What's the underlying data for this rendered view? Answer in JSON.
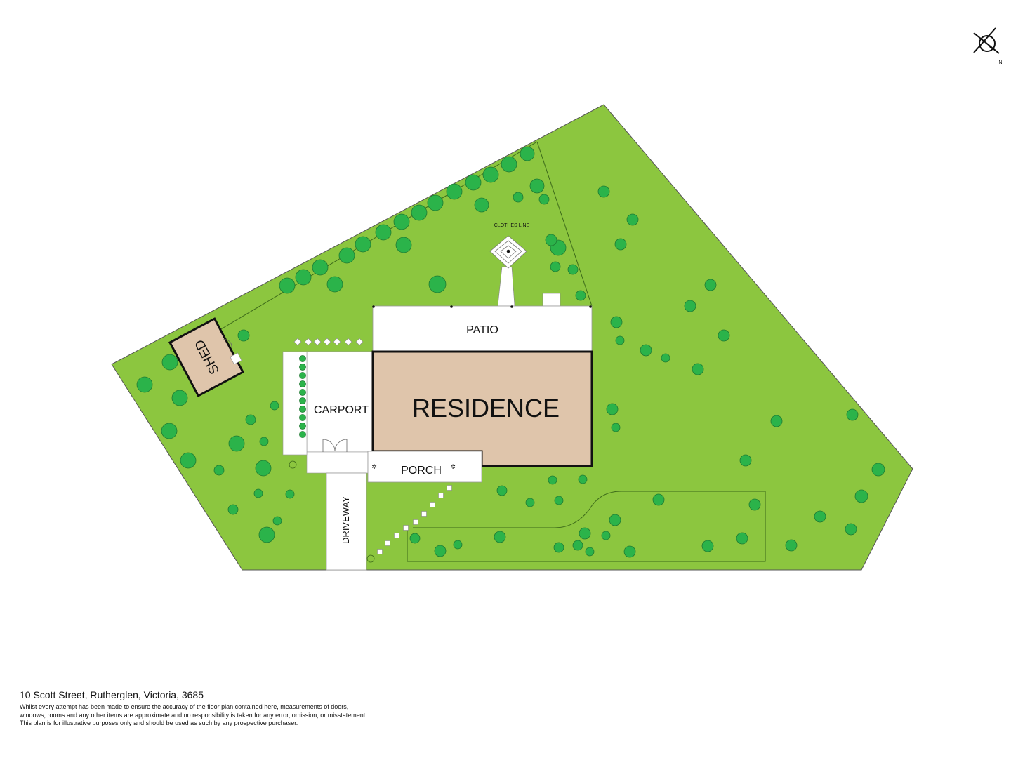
{
  "compass": {
    "label": "N"
  },
  "site": {
    "labels": {
      "shed": "SHED",
      "patio": "PATIO",
      "carport": "CARPORT",
      "residence": "RESIDENCE",
      "porch": "PORCH",
      "driveway": "DRIVEWAY",
      "clothes_line": "CLOTHES LINE"
    }
  },
  "colors": {
    "lawn": "#8cc63f",
    "tree": "#2bb34a",
    "residence": "#dfc5ab",
    "outline": "#111111"
  },
  "footer": {
    "address": "10 Scott Street, Rutherglen, Victoria, 3685",
    "disclaimer_lines": [
      "Whilst every attempt has been made to ensure the accuracy of the floor plan contained here, measurements of doors,",
      "windows, rooms and any other items are approximate and no responsibility is taken for any error, omission, or misstatement.",
      "This plan is for illustrative purposes only and should be used as such by any prospective purchaser."
    ]
  }
}
